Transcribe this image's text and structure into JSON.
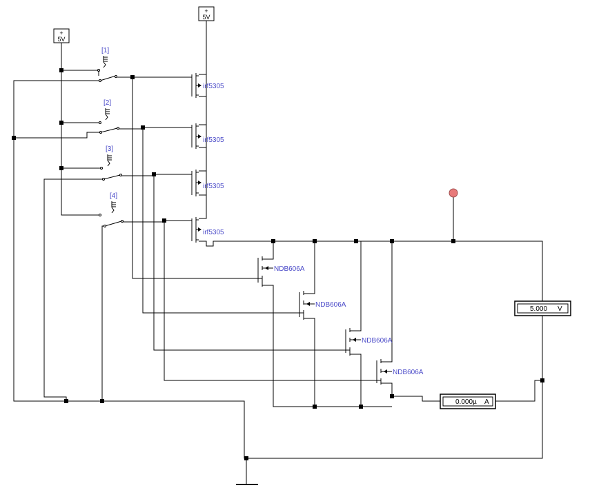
{
  "sources": [
    {
      "plus": "+",
      "label": "5V"
    },
    {
      "plus": "+",
      "label": "5V"
    }
  ],
  "switches": [
    "[1]",
    "[2]",
    "[3]",
    "[4]"
  ],
  "pmos": [
    "irf5305",
    "irf5305",
    "irf5305",
    "irf5305"
  ],
  "nmos": [
    "NDB606A",
    "NDB606A",
    "NDB606A",
    "NDB606A"
  ],
  "voltmeter": {
    "value": "5.000",
    "unit": "V"
  },
  "ammeter": {
    "value": "0.000µ",
    "unit": "A"
  },
  "probe_color": "#e87a7a",
  "label_color": "#4a4ac8"
}
